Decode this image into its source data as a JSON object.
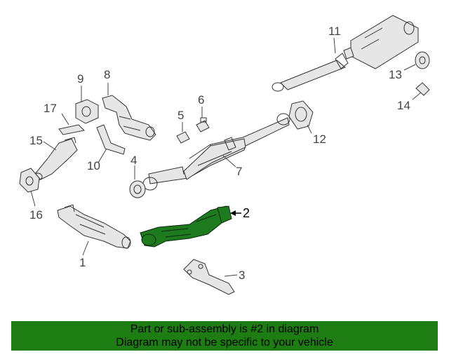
{
  "callouts": [
    "1",
    "2",
    "3",
    "4",
    "5",
    "6",
    "7",
    "8",
    "9",
    "10",
    "11",
    "12",
    "13",
    "14",
    "15",
    "16",
    "17"
  ],
  "highlighted_part": "2",
  "colors": {
    "highlight": "#1e7a1e",
    "banner": "#1e7d12",
    "line": "#333333"
  },
  "banner": {
    "line1": "Part or sub-assembly is #2 in diagram",
    "line2": "Diagram may not be specific to your vehicle"
  }
}
